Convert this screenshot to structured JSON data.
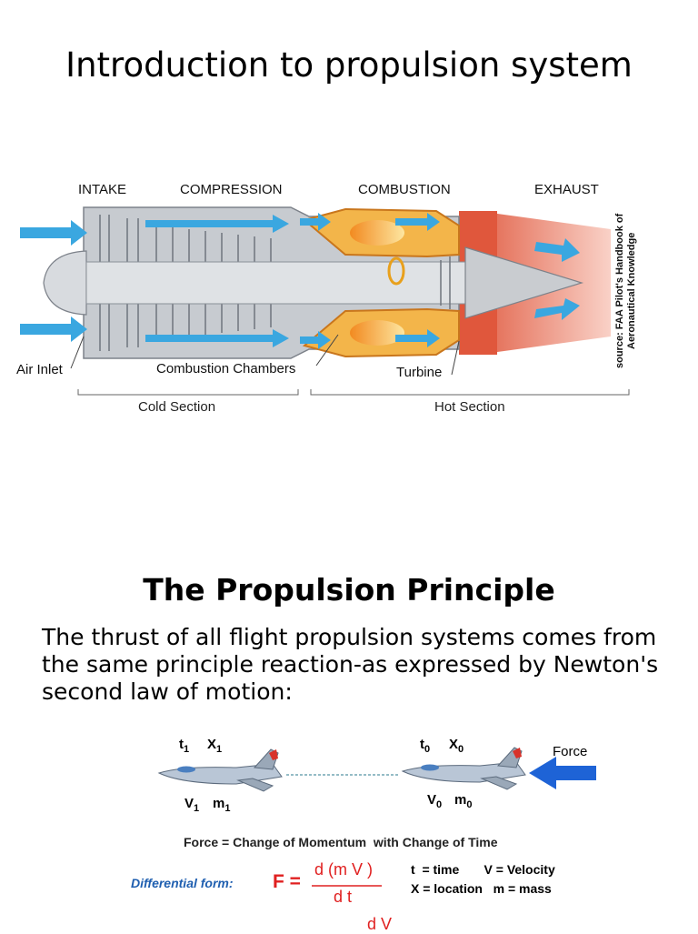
{
  "slide1": {
    "title": "Introduction to propulsion system",
    "labels": {
      "intake": "INTAKE",
      "compression": "COMPRESSION",
      "combustion": "COMBUSTION",
      "exhaust": "EXHAUST",
      "air_inlet": "Air Inlet",
      "combustion_chambers": "Combustion Chambers",
      "turbine": "Turbine",
      "cold_section": "Cold Section",
      "hot_section": "Hot Section",
      "source": "source: FAA Pilot's Handbook of Aeronautical Knowledge"
    }
  },
  "slide2": {
    "title": "The Propulsion Principle",
    "body": "The thrust of all flight propulsion systems comes from the same principle reaction-as expressed by Newton's second law of motion:",
    "diagram": {
      "t1": "t",
      "t1_sub": "1",
      "x1": "X",
      "x1_sub": "1",
      "v1": "V",
      "v1_sub": "1",
      "m1": "m",
      "m1_sub": "1",
      "t0": "t",
      "t0_sub": "0",
      "x0": "X",
      "x0_sub": "0",
      "v0": "V",
      "v0_sub": "0",
      "m0": "m",
      "m0_sub": "0",
      "force": "Force",
      "momentum_line": "Force = Change of Momentum  with Change of Time",
      "differential_form": "Differential form:",
      "f_equals": "F =",
      "numerator": "d (m V )",
      "denominator": "d t",
      "legend_1": "t  = time       V = Velocity",
      "legend_2": "X = location   m = mass",
      "partial_numerator": "d V"
    }
  },
  "colors": {
    "air_blue": "#3aa7e0",
    "engine_gray": "#b8bcc2",
    "hot_orange": "#f0a23a",
    "exhaust_red": "#e0573c",
    "formula_red": "#e02020",
    "differential_blue": "#1f5fb0",
    "arrow_blue": "#1e63d6"
  }
}
